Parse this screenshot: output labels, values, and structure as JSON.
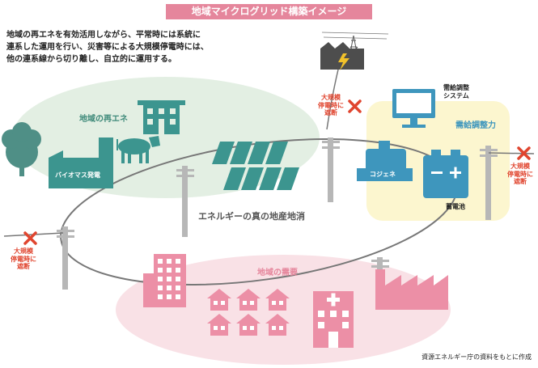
{
  "title": "地域マイクログリッド構築イメージ",
  "intro": {
    "lines": [
      "地域の再エネを有効活用しながら、平常時には系統に",
      "連系した運用を行い、災害等による大規模停電時には、",
      "他の連系線から切り離し、自立的に運用する。"
    ]
  },
  "zones": {
    "renewable": "地域の再エネ",
    "demand": "地域の需要",
    "supply_adjust": "需給調整力"
  },
  "facilities": {
    "biomass": "バイオマス発電",
    "cogen": "コジェネ",
    "battery": "蓄電池",
    "control_system": [
      "需給調整",
      "システム"
    ]
  },
  "center_label": "エネルギーの真の地産地消",
  "warning": [
    "大規模",
    "停電時に",
    "遮断"
  ],
  "source": "資源エネルギー庁の資料をもとに作成",
  "colors": {
    "title_bg": "#e5869c",
    "green_zone": "#e3efe3",
    "green_icon": "#4f8f86",
    "teal_icon": "#3c958f",
    "pink_zone": "#f9e1e6",
    "pink_icon": "#ec8fa6",
    "yellow_zone": "#fcf6cf",
    "blue_icon": "#3e96bd",
    "warning_red": "#e0452f",
    "pole_gray": "#b7b7b7"
  }
}
